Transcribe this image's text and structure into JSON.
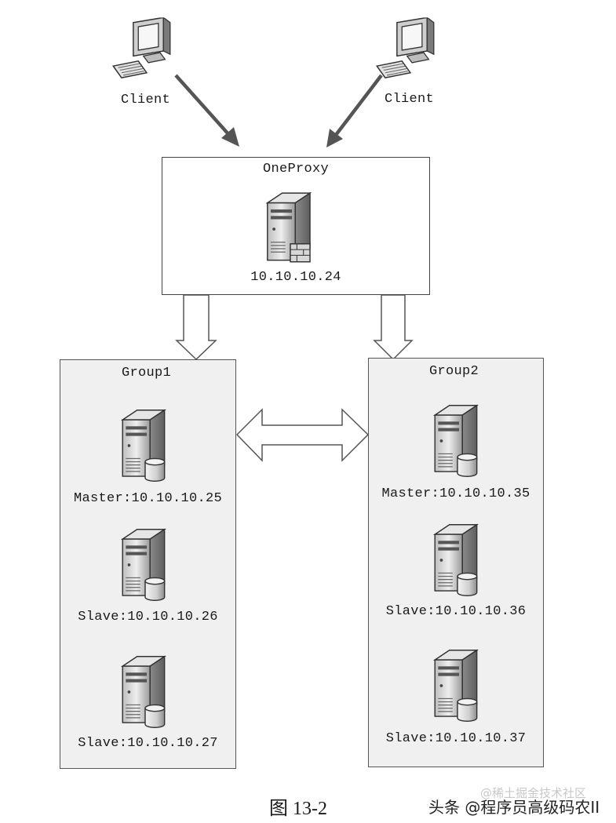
{
  "clients": [
    {
      "label": "Client",
      "icon": "desktop-computer-icon"
    },
    {
      "label": "Client",
      "icon": "desktop-computer-icon"
    }
  ],
  "proxy": {
    "title": "OneProxy",
    "ip": "10.10.10.24",
    "icon": "server-icon"
  },
  "groups": [
    {
      "title": "Group1",
      "nodes": [
        {
          "label": "Master:10.10.10.25",
          "icon": "database-server-icon"
        },
        {
          "label": "Slave:10.10.10.26",
          "icon": "database-server-icon"
        },
        {
          "label": "Slave:10.10.10.27",
          "icon": "database-server-icon"
        }
      ]
    },
    {
      "title": "Group2",
      "nodes": [
        {
          "label": "Master:10.10.10.35",
          "icon": "database-server-icon"
        },
        {
          "label": "Slave:10.10.10.36",
          "icon": "database-server-icon"
        },
        {
          "label": "Slave:10.10.10.37",
          "icon": "database-server-icon"
        }
      ]
    }
  ],
  "caption": "图 13-2",
  "watermark": "头条 @程序员高级码农II",
  "watermark_faint": "@稀土掘金技术社区",
  "colors": {
    "arrow": "#555555",
    "group_fill": "#f0f0f0",
    "server_body": "#d9d9d9"
  }
}
